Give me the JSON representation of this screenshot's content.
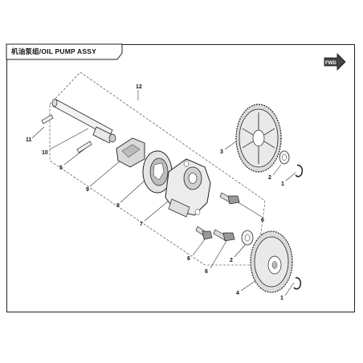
{
  "header": {
    "title": "机油泵组/OIL PUMP ASSY"
  },
  "direction_badge": {
    "label": "FWD"
  },
  "callouts": {
    "c1a": "1",
    "c1b": "1",
    "c2a": "2",
    "c2b": "2",
    "c3": "3",
    "c4": "4",
    "c5": "5",
    "c6a": "6",
    "c6b": "6",
    "c6c": "6",
    "c7": "7",
    "c8": "8",
    "c9": "9",
    "c10": "10",
    "c11": "11",
    "c12": "12"
  }
}
